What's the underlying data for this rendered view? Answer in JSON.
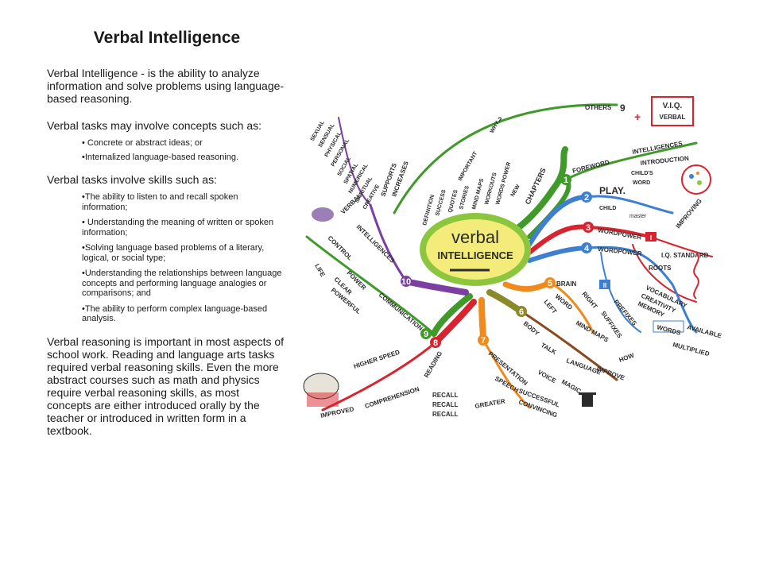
{
  "slide": {
    "title": "Verbal Intelligence",
    "intro": "Verbal Intelligence - is the ability to analyze information and solve problems using language-based reasoning.",
    "concepts_heading": "Verbal tasks may involve concepts such as:",
    "concepts": [
      "• Concrete or abstract ideas; or",
      "•Internalized language-based reasoning."
    ],
    "skills_heading": "Verbal tasks involve skills such as:",
    "skills": [
      "•The ability to listen to and recall spoken information;",
      "• Understanding the meaning of written or spoken information;",
      "•Solving language based problems of a literary, logical, or social type;",
      "•Understanding the relationships between language concepts and performing language analogies or comparisons; and",
      "•The ability to perform complex language-based analysis."
    ],
    "closing": "Verbal reasoning is important in most aspects of school work. Reading and language arts tasks required verbal reasoning skills. Even the more abstract courses such as math and physics require verbal reasoning skills, as most concepts are either introduced orally by the teacher or introduced in written form in a textbook."
  },
  "mindmap": {
    "center_line1": "verbal",
    "center_line2": "INTELLIGENCE",
    "branch_numbers": [
      "1",
      "2",
      "3",
      "4",
      "5",
      "6",
      "7",
      "8",
      "9",
      "10"
    ],
    "labels": {
      "foreword": "FOREWORD",
      "play": "PLAY.",
      "child": "CHILD",
      "master": "master",
      "childs": "CHILD'S",
      "word": "WORD",
      "wordpower1": "WORDPOWER",
      "wordpower2": "WORDPOWER",
      "roman1": "I",
      "roman2": "II",
      "iq": "I.Q. STANDARD",
      "roots": "ROOTS",
      "vocabulary": "VOCABULARY",
      "creativity": "CREATIVITY",
      "memory": "MEMORY",
      "prefixes": "PREFIXES",
      "suffixes": "SUFFIXES",
      "words": "WORDS",
      "available": "AVAILABLE",
      "multiplied": "MULTIPLIED",
      "improving": "IMPROVING",
      "intelligences_top": "INTELLIGENCES",
      "introduction": "INTRODUCTION",
      "others": "OTHERS",
      "nine": "9",
      "plus": "+",
      "viq": "V.I.Q.",
      "verbal_book": "VERBAL",
      "brain": "BRAIN",
      "word_brain": "WORD",
      "left": "LEFT",
      "right": "RIGHT",
      "mind_maps_5": "MIND MAPS",
      "body": "BODY",
      "talk": "TALK",
      "language": "LANGUAGE",
      "improve": "IMPROVE",
      "how": "HOW",
      "voice": "VOICE",
      "magic": "MAGIC",
      "presentation": "PRESENTATION",
      "speech": "SPEECH",
      "successful": "SUCCESSFUL",
      "convincing": "CONVINCING",
      "greater": "GREATER",
      "reading": "READING",
      "recall": "RECALL",
      "higher_speed": "HIGHER SPEED",
      "comprehension": "COMPREHENSION",
      "improved": "IMPROVED",
      "communication": "COMMUNICATION",
      "control": "CONTROL",
      "power": "POWER",
      "clear": "CLEAR",
      "powerful": "POWERFUL",
      "life": "LIFE",
      "intelligences_left": "INTELLIGENCES",
      "verbal_left": "VERBAL",
      "supports": "SUPPORTS",
      "increases": "INCREASES",
      "chapters": "CHAPTERS",
      "new": "NEW",
      "why": "WHY",
      "question": "?"
    },
    "fan_left": [
      "SEXUAL",
      "SENSUAL",
      "PHYSICAL",
      "PERSONAL",
      "SOCIAL",
      "SPATIAL",
      "NUMERICAL",
      "SPIRITUAL",
      "CREATIVE"
    ],
    "chapters_fan": [
      "DEFINITION",
      "SUCCESS",
      "QUOTES",
      "STORIES",
      "MIND MAPS",
      "WORKOUTS",
      "WORDS POWER",
      "IMPORTANT"
    ],
    "colors": {
      "green": "#3f9a2a",
      "lime": "#8cc63f",
      "blue": "#3d7fd1",
      "red": "#d9232e",
      "orange": "#f08a1c",
      "olive": "#8a8a2a",
      "brown": "#8b4a1e",
      "purple": "#7a3fa0",
      "dark": "#2b2b2b",
      "center_fill": "#f3ec7a"
    }
  }
}
